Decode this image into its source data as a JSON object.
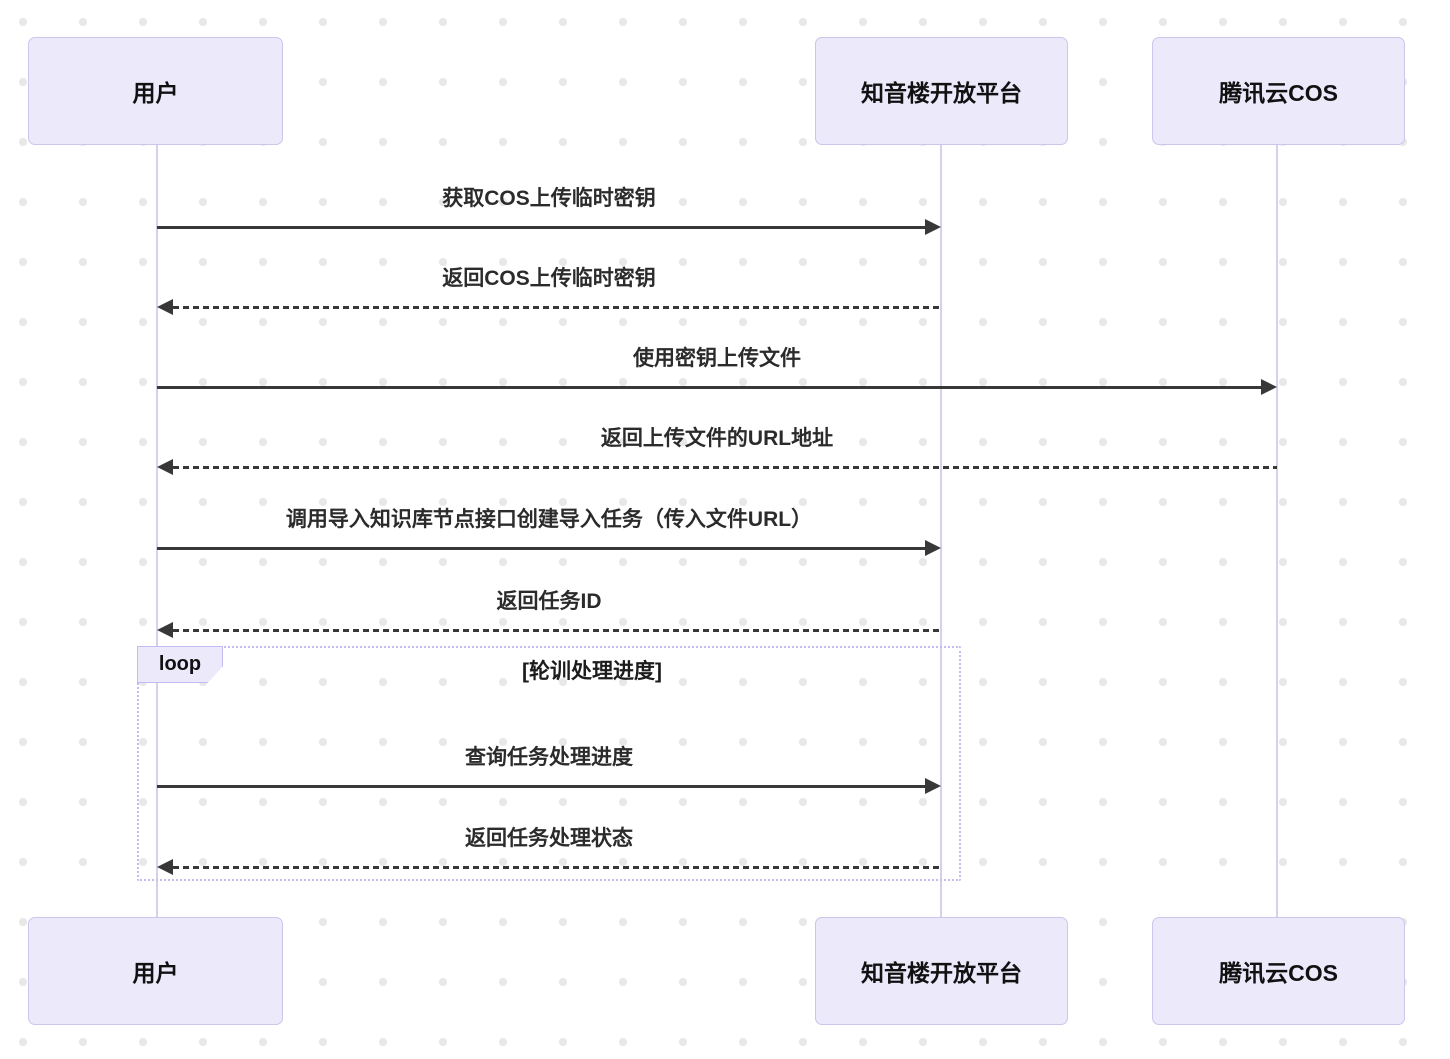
{
  "diagram": {
    "type": "sequence-diagram",
    "actors": [
      {
        "name": "用户"
      },
      {
        "name": "知音楼开放平台"
      },
      {
        "name": "腾讯云COS"
      }
    ],
    "messages": [
      {
        "from": "用户",
        "to": "知音楼开放平台",
        "label": "获取COS上传临时密钥",
        "line": "solid"
      },
      {
        "from": "知音楼开放平台",
        "to": "用户",
        "label": "返回COS上传临时密钥",
        "line": "dashed"
      },
      {
        "from": "用户",
        "to": "腾讯云COS",
        "label": "使用密钥上传文件",
        "line": "solid"
      },
      {
        "from": "腾讯云COS",
        "to": "用户",
        "label": "返回上传文件的URL地址",
        "line": "dashed"
      },
      {
        "from": "用户",
        "to": "知音楼开放平台",
        "label": "调用导入知识库节点接口创建导入任务（传入文件URL）",
        "line": "solid"
      },
      {
        "from": "知音楼开放平台",
        "to": "用户",
        "label": "返回任务ID",
        "line": "dashed"
      },
      {
        "from": "用户",
        "to": "知音楼开放平台",
        "label": "查询任务处理进度",
        "line": "solid"
      },
      {
        "from": "知音楼开放平台",
        "to": "用户",
        "label": "返回任务处理状态",
        "line": "dashed"
      }
    ],
    "loop": {
      "keyword": "loop",
      "title": "[轮训处理进度]"
    },
    "colors": {
      "actor_fill": "#ece9fb",
      "actor_border": "#ccc5ec",
      "lifeline": "#d6d0ee",
      "arrow": "#383838",
      "loop_border": "#c3bcf2",
      "dot": "#e8e8e8",
      "background": "#ffffff"
    }
  }
}
